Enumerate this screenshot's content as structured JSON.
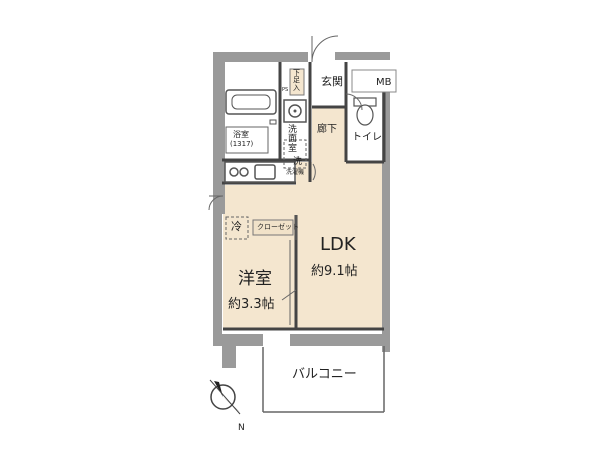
{
  "rooms": {
    "ldk": {
      "name": "LDK",
      "area": "約9.1帖"
    },
    "western": {
      "name": "洋室",
      "area": "約3.3帖"
    },
    "balcony": {
      "name": "バルコニー"
    },
    "bath": {
      "name": "浴室",
      "size": "(1317)"
    },
    "washroom": {
      "chars": [
        "洗",
        "面",
        "室"
      ]
    },
    "entrance": {
      "name": "玄関"
    },
    "corridor": {
      "name": "廊下"
    },
    "toilet": {
      "name": "トイレ"
    }
  },
  "fixtures": {
    "closet": "クローゼット",
    "fridge": "冷",
    "washer": "洗",
    "washer_pan": "洗濯機",
    "shoe_cabinet": [
      "下",
      "足",
      "入"
    ],
    "ps": "PS",
    "meter_box": "MB"
  },
  "compass": {
    "north": "N"
  }
}
